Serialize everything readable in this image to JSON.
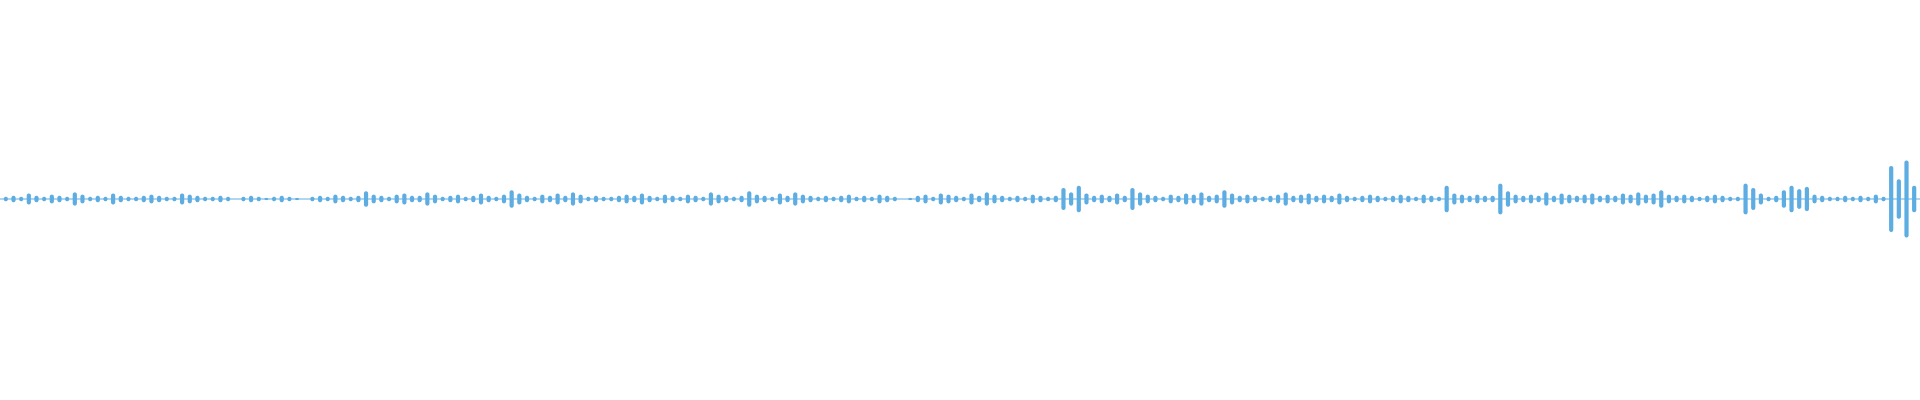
{
  "waveform": {
    "color": "#5dade2",
    "amplitudes": [
      0.02,
      0.03,
      0.02,
      0.05,
      0.03,
      0.02,
      0.04,
      0.03,
      0.02,
      0.06,
      0.04,
      0.02,
      0.03,
      0.02,
      0.05,
      0.03,
      0.02,
      0.02,
      0.03,
      0.04,
      0.03,
      0.02,
      0.02,
      0.05,
      0.04,
      0.03,
      0.02,
      0.02,
      0.03,
      0.02,
      0.0,
      0.02,
      0.03,
      0.02,
      0.01,
      0.02,
      0.03,
      0.02,
      0.01,
      0.0,
      0.02,
      0.03,
      0.02,
      0.04,
      0.03,
      0.02,
      0.03,
      0.07,
      0.04,
      0.03,
      0.02,
      0.04,
      0.05,
      0.03,
      0.03,
      0.06,
      0.04,
      0.02,
      0.03,
      0.04,
      0.02,
      0.03,
      0.05,
      0.03,
      0.02,
      0.04,
      0.08,
      0.05,
      0.03,
      0.02,
      0.04,
      0.03,
      0.05,
      0.03,
      0.06,
      0.04,
      0.02,
      0.03,
      0.02,
      0.02,
      0.03,
      0.04,
      0.03,
      0.05,
      0.03,
      0.02,
      0.04,
      0.03,
      0.02,
      0.04,
      0.03,
      0.02,
      0.06,
      0.04,
      0.03,
      0.02,
      0.03,
      0.07,
      0.04,
      0.03,
      0.02,
      0.05,
      0.03,
      0.06,
      0.04,
      0.03,
      0.02,
      0.03,
      0.02,
      0.03,
      0.04,
      0.02,
      0.03,
      0.02,
      0.04,
      0.03,
      0.02,
      0.0,
      0.01,
      0.03,
      0.04,
      0.02,
      0.05,
      0.04,
      0.03,
      0.02,
      0.05,
      0.03,
      0.06,
      0.04,
      0.03,
      0.02,
      0.03,
      0.02,
      0.04,
      0.03,
      0.02,
      0.03,
      0.1,
      0.06,
      0.12,
      0.05,
      0.03,
      0.04,
      0.03,
      0.05,
      0.03,
      0.1,
      0.06,
      0.04,
      0.03,
      0.02,
      0.04,
      0.03,
      0.05,
      0.04,
      0.06,
      0.03,
      0.04,
      0.08,
      0.05,
      0.03,
      0.04,
      0.03,
      0.02,
      0.03,
      0.04,
      0.06,
      0.03,
      0.04,
      0.05,
      0.03,
      0.04,
      0.03,
      0.05,
      0.03,
      0.02,
      0.03,
      0.04,
      0.03,
      0.02,
      0.03,
      0.04,
      0.03,
      0.02,
      0.04,
      0.03,
      0.02,
      0.12,
      0.05,
      0.04,
      0.03,
      0.04,
      0.03,
      0.03,
      0.14,
      0.07,
      0.04,
      0.03,
      0.04,
      0.03,
      0.06,
      0.03,
      0.05,
      0.04,
      0.03,
      0.04,
      0.05,
      0.03,
      0.04,
      0.03,
      0.05,
      0.04,
      0.06,
      0.04,
      0.05,
      0.08,
      0.04,
      0.03,
      0.04,
      0.03,
      0.02,
      0.03,
      0.04,
      0.03,
      0.02,
      0.02,
      0.14,
      0.1,
      0.05,
      0.02,
      0.03,
      0.08,
      0.12,
      0.09,
      0.11,
      0.04,
      0.03,
      0.02,
      0.02,
      0.03,
      0.02,
      0.03,
      0.02,
      0.04,
      0.02,
      0.3,
      0.18,
      0.35,
      0.12
    ]
  }
}
